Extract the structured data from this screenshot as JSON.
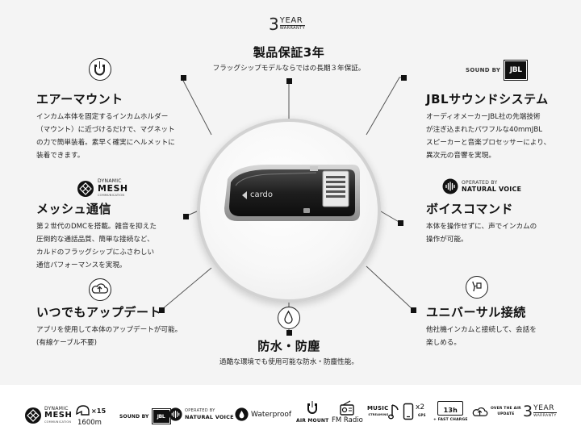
{
  "center_top": {
    "logo_number": "3",
    "logo_year": "YEAR",
    "logo_warranty": "WARRANTY",
    "title": "製品保証3年",
    "desc": "フラッグシップモデルならではの長期３年保証。"
  },
  "air_mount": {
    "title": "エアーマウント",
    "desc": [
      "インカム本体を固定するインカムホルダー",
      "（マウント）に近づけるだけで、マグネット",
      "の力で簡単装着。素早く確実にヘルメットに",
      "装着できます。"
    ]
  },
  "mesh": {
    "logo_small": "DYNAMIC",
    "logo_big": "MESH",
    "logo_tiny": "COMMUNICATION",
    "title": "メッシュ通信",
    "desc": [
      "第２世代のDMCを搭載。雑音を抑えた",
      "圧倒的な通話品質、簡単な接続など、",
      "カルドのフラッグシップにふさわしい",
      "通信パフォーマンスを実現。"
    ]
  },
  "update": {
    "title": "いつでもアップデート",
    "desc": [
      "アプリを使用して本体のアップデートが可能。",
      "(有線ケーブル不要)"
    ]
  },
  "waterproof": {
    "title": "防水・防塵",
    "desc": "過酷な環境でも使用可能な防水・防塵性能。"
  },
  "jbl": {
    "sound_by": "SOUND BY",
    "brand": "JBL",
    "title": "JBLサウンドシステム",
    "desc": [
      "オーディオメーカーJBL社の先端技術",
      "が注ぎ込まれたパワフルな40mmJBL",
      "スピーカーと音楽プロセッサーにより、",
      "異次元の音響を実現。"
    ]
  },
  "voice": {
    "operated_by": "OPERATED BY",
    "natural_voice": "NATURAL VOICE",
    "title": "ボイスコマンド",
    "desc": [
      "本体を操作せずに、声でインカムの",
      "操作が可能。"
    ]
  },
  "universal": {
    "title": "ユニバーサル接続",
    "desc": [
      "他社機インカムと接続して、会話を",
      "楽しめる。"
    ]
  },
  "device": {
    "brand": "cardo"
  },
  "footer": {
    "mesh_small": "DYNAMIC",
    "mesh_big": "MESH",
    "mesh_tiny": "COMMUNICATION",
    "riders": "×15",
    "range": "1600m",
    "sound_by": "SOUND BY",
    "jbl": "JBL",
    "operated_by": "OPERATED BY",
    "natural_voice": "NATURAL VOICE",
    "waterproof": "Waterproof",
    "air_mount": "AIR MOUNT",
    "fm_radio": "FM Radio",
    "music": "MUSIC",
    "streaming": "STREAMING",
    "gps_count": "x2",
    "gps": "GPS",
    "battery_hours": "13h",
    "fast_charge": "+ FAST CHARGE",
    "ota_line1": "OVER THE AIR",
    "ota_line2": "UPDATE",
    "year_num": "3",
    "year_word": "YEAR",
    "year_warranty": "WARRANTY"
  }
}
